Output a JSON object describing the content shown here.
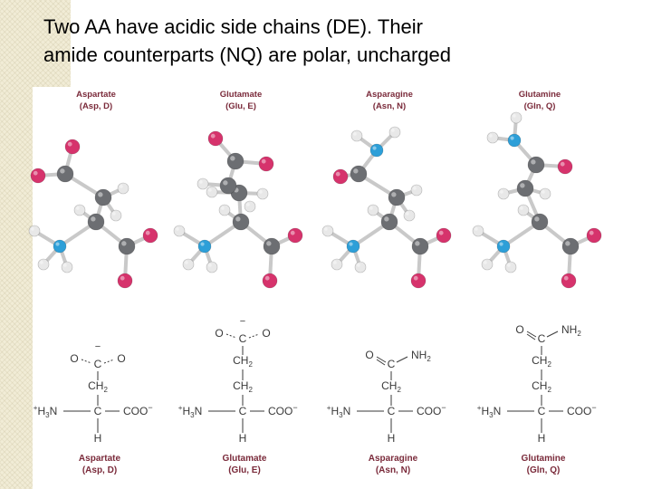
{
  "slide": {
    "title_line1": "Two AA have acidic side chains (DE). Their",
    "title_line2": "amide counterparts (NQ) are polar, uncharged"
  },
  "amino_acids": [
    {
      "name": "Aspartate",
      "abbr": "(Asp, D)",
      "side_top": "O–C–O−",
      "ch2": [
        "CH2"
      ]
    },
    {
      "name": "Glutamate",
      "abbr": "(Glu, E)",
      "side_top": "O–C–O−",
      "ch2": [
        "CH2",
        "CH2"
      ]
    },
    {
      "name": "Asparagine",
      "abbr": "(Asn, N)",
      "side_top": "O–C–NH2",
      "ch2": [
        "CH2"
      ]
    },
    {
      "name": "Glutamine",
      "abbr": "(Gln, Q)",
      "side_top": "O–C–NH2",
      "ch2": [
        "CH2",
        "CH2"
      ]
    }
  ],
  "labels": {
    "h3n_sup": "+",
    "h3n": "H3N",
    "c": "C",
    "coo": "COO",
    "minus": "−",
    "h": "H",
    "o": "O",
    "nh2": "NH2"
  },
  "colors": {
    "oxygen": "#d6336c",
    "nitrogen": "#2d9fd8",
    "carbon": "#6c6e72",
    "hydrogen": "#e8e8e8",
    "bond": "#c9c9c9",
    "structure_text": "#3a3a3a",
    "label_text": "#7a2a3a"
  }
}
